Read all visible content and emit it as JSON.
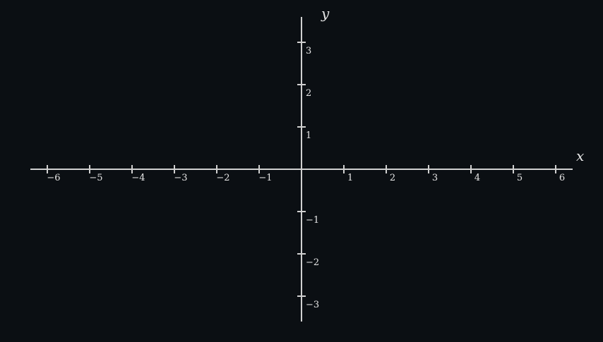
{
  "chart_data": {
    "type": "scatter",
    "title": "",
    "xlabel": "x",
    "ylabel": "y",
    "xlim": [
      -6.4,
      6.4
    ],
    "ylim": [
      -3.6,
      3.6
    ],
    "x_ticks": [
      -6,
      -5,
      -4,
      -3,
      -2,
      -1,
      1,
      2,
      3,
      4,
      5,
      6
    ],
    "x_tick_labels": [
      "−6",
      "−5",
      "−4",
      "−3",
      "−2",
      "−1",
      "1",
      "2",
      "3",
      "4",
      "5",
      "6"
    ],
    "y_ticks": [
      -3,
      -2,
      -1,
      1,
      2,
      3
    ],
    "y_tick_labels": [
      "−3",
      "−2",
      "−1",
      "1",
      "2",
      "3"
    ],
    "grid": false,
    "series": []
  },
  "colors": {
    "background": "#0b0f13",
    "axis": "#d0d0d0",
    "text": "#e6e6e6"
  }
}
